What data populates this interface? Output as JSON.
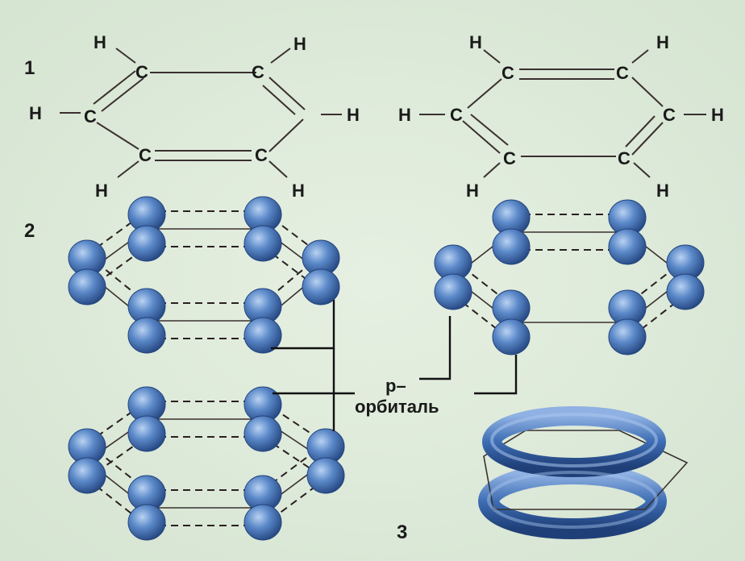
{
  "labels": {
    "step1": "1",
    "step2": "2",
    "step3": "3",
    "orbital_line1": "p–",
    "orbital_line2": "орбиталь"
  },
  "atoms": {
    "carbon": "C",
    "hydrogen": "H"
  },
  "colors": {
    "background": "#dde9d8",
    "lobe": "#4f7fbf",
    "lobe_dark": "#2e5596",
    "torus": "#3f6fb5",
    "line": "#2a2020"
  }
}
